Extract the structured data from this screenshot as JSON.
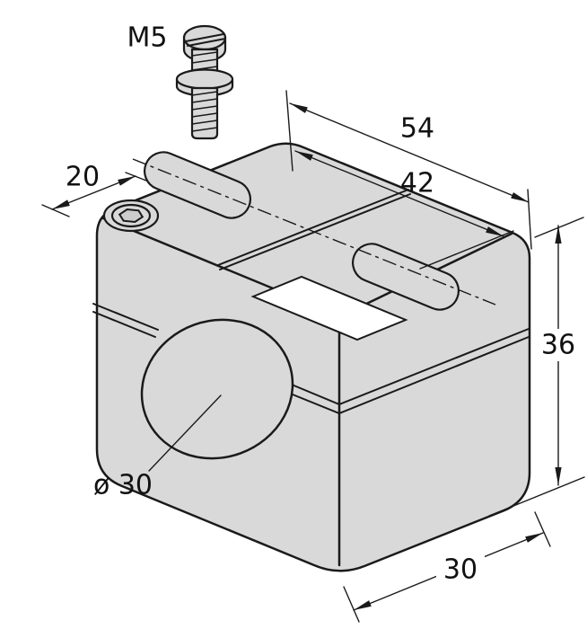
{
  "drawing": {
    "kind": "isometric-technical-drawing",
    "labels": {
      "thread": "M5",
      "dim_top": "20",
      "dim_overall_length": "54",
      "dim_slot_spacing": "42",
      "dim_height": "36",
      "dim_bore_diameter": "ø 30",
      "dim_depth": "30"
    },
    "colors": {
      "body": "#d9d9d9",
      "line": "#1a1a1a",
      "background": "#ffffff",
      "label_plate": "#ffffff"
    }
  }
}
